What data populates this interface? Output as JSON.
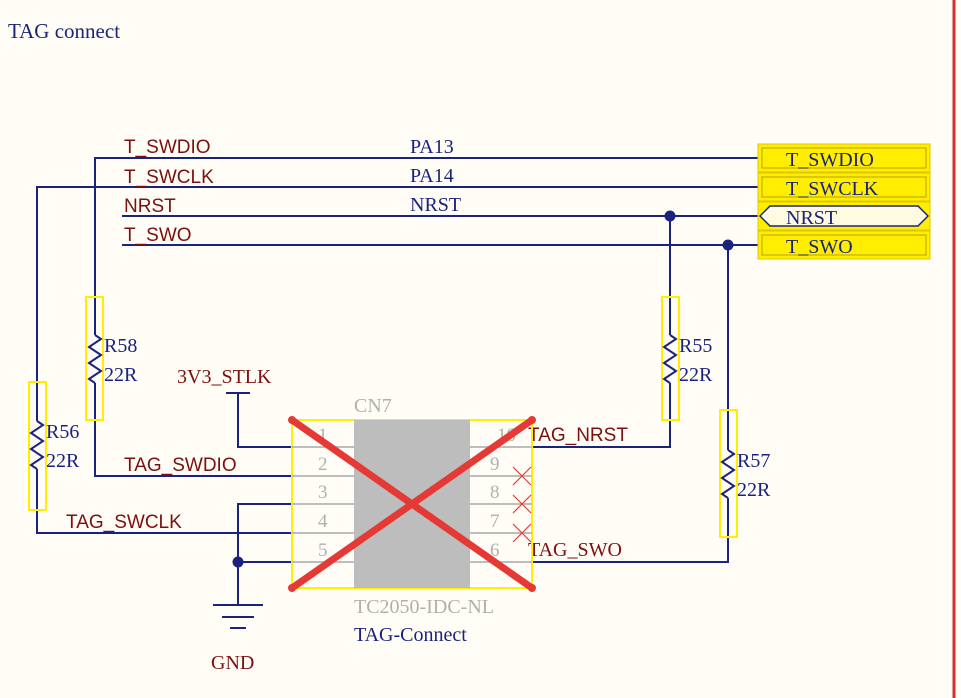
{
  "sheet_title": "TAG connect",
  "nets": {
    "t_swdio": "T_SWDIO",
    "t_swclk": "T_SWCLK",
    "nrst": "NRST",
    "t_swo": "T_SWO",
    "pa13": "PA13",
    "pa14": "PA14",
    "nrst_alias": "NRST",
    "tag_swdio": "TAG_SWDIO",
    "tag_swclk": "TAG_SWCLK",
    "tag_nrst": "TAG_NRST",
    "tag_swo": "TAG_SWO"
  },
  "ports": {
    "swdio": "T_SWDIO",
    "swclk": "T_SWCLK",
    "nrst": "NRST",
    "swo": "T_SWO"
  },
  "resistors": {
    "r58": {
      "ref": "R58",
      "value": "22R"
    },
    "r56": {
      "ref": "R56",
      "value": "22R"
    },
    "r55": {
      "ref": "R55",
      "value": "22R"
    },
    "r57": {
      "ref": "R57",
      "value": "22R"
    }
  },
  "power": {
    "supply": "3V3_STLK",
    "ground": "GND"
  },
  "connector": {
    "designator": "CN7",
    "part_number": "TC2050-IDC-NL",
    "description": "TAG-Connect",
    "pins_left": [
      "1",
      "2",
      "3",
      "4",
      "5"
    ],
    "pins_right": [
      "10",
      "9",
      "8",
      "7",
      "6"
    ]
  },
  "colors": {
    "wire": "#1a237e",
    "label": "#7b1010",
    "highlight": "#ffee00",
    "not_fitted": "#e53935",
    "body": "#bdbdbd",
    "border": "#d32f2f"
  }
}
